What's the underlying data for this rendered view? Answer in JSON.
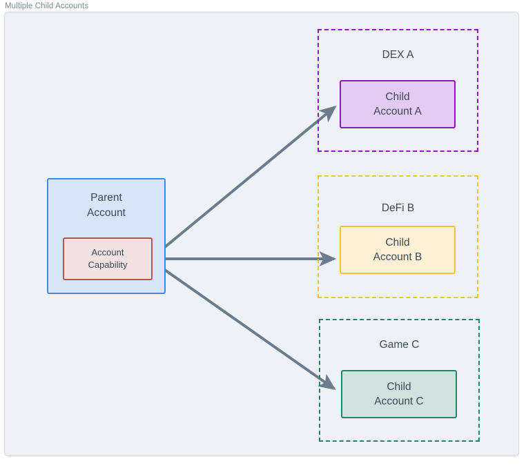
{
  "diagram": {
    "title": "Multiple Child Accounts",
    "colors": {
      "page_background": "#ffffff",
      "frame_background": "#eef1f5",
      "frame_border": "#ccd5de",
      "title_text": "#7a8794",
      "node_text": "#3d4a57",
      "arrow": "#6b7c8f",
      "parent_border": "#3d8ce0",
      "parent_fill": "#d6e5f7",
      "capability_border": "#b85450",
      "capability_fill": "#f2e2e2",
      "dex_border": "#9013c4",
      "dex_fill": "#e3cbf4",
      "defi_border": "#f2c230",
      "defi_fill": "#fdf1d5",
      "game_border": "#23856c",
      "game_fill": "#cfe2e0"
    },
    "parent": {
      "name": "parent-account",
      "label_line1": "Parent",
      "label_line2": "Account",
      "capability": {
        "name": "account-capability",
        "label_line1": "Account",
        "label_line2": "Capability"
      }
    },
    "groups": [
      {
        "id": "dex-a",
        "label": "DEX A",
        "border_color": "#9013c4",
        "child": {
          "id": "child-account-a",
          "label_line1": "Child",
          "label_line2": "Account A",
          "border_color": "#9013c4",
          "fill_color": "#e3cbf4"
        }
      },
      {
        "id": "defi-b",
        "label": "DeFi B",
        "border_color": "#f2c230",
        "child": {
          "id": "child-account-b",
          "label_line1": "Child",
          "label_line2": "Account B",
          "border_color": "#f2c230",
          "fill_color": "#fdf1d5"
        }
      },
      {
        "id": "game-c",
        "label": "Game C",
        "border_color": "#23856c",
        "child": {
          "id": "child-account-c",
          "label_line1": "Child",
          "label_line2": "Account C",
          "border_color": "#23856c",
          "fill_color": "#cfe2e0"
        }
      }
    ],
    "connections": [
      {
        "id": "capability-to-child-a",
        "from": "account-capability",
        "to": "child-account-a"
      },
      {
        "id": "capability-to-child-b",
        "from": "account-capability",
        "to": "child-account-b"
      },
      {
        "id": "capability-to-child-c",
        "from": "account-capability",
        "to": "child-account-c"
      }
    ]
  }
}
